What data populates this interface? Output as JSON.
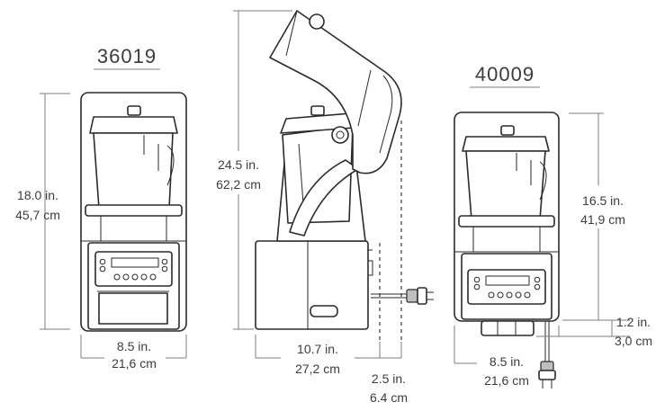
{
  "models": {
    "left": {
      "name": "36019"
    },
    "right": {
      "name": "40009"
    }
  },
  "dimensions": {
    "left_height": {
      "imperial": "18.0 in.",
      "metric": "45,7 cm"
    },
    "left_width": {
      "imperial": "8.5 in.",
      "metric": "21,6 cm"
    },
    "center_height": {
      "imperial": "24.5 in.",
      "metric": "62,2 cm"
    },
    "center_depth": {
      "imperial": "10.7 in.",
      "metric": "27,2 cm"
    },
    "center_clearance": {
      "imperial": "2.5 in.",
      "metric": "6.4 cm"
    },
    "right_height": {
      "imperial": "16.5 in.",
      "metric": "41,9 cm"
    },
    "right_width": {
      "imperial": "8.5 in.",
      "metric": "21,6 cm"
    },
    "right_base": {
      "imperial": "1.2 in.",
      "metric": "3,0 cm"
    }
  }
}
